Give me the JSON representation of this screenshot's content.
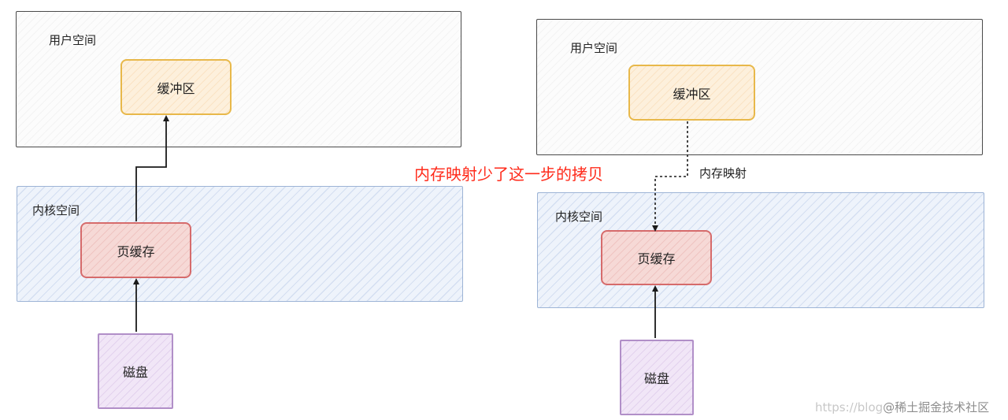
{
  "left": {
    "user_space_label": "用户空间",
    "buffer_label": "缓冲区",
    "kernel_space_label": "内核空间",
    "page_cache_label": "页缓存",
    "disk_label": "磁盘"
  },
  "right": {
    "user_space_label": "用户空间",
    "buffer_label": "缓冲区",
    "kernel_space_label": "内核空间",
    "page_cache_label": "页缓存",
    "disk_label": "磁盘",
    "mapping_label": "内存映射"
  },
  "annotation": "内存映射少了这一步的拷贝",
  "watermark": {
    "left": "https://blog",
    "right": "@稀土掘金技术社区"
  },
  "colors": {
    "annotation": "#ff2a1a",
    "buffer_border": "#e8b84a",
    "cache_border": "#d66b6b",
    "disk_border": "#b18fc8",
    "kernel_border": "#9db4d6"
  }
}
